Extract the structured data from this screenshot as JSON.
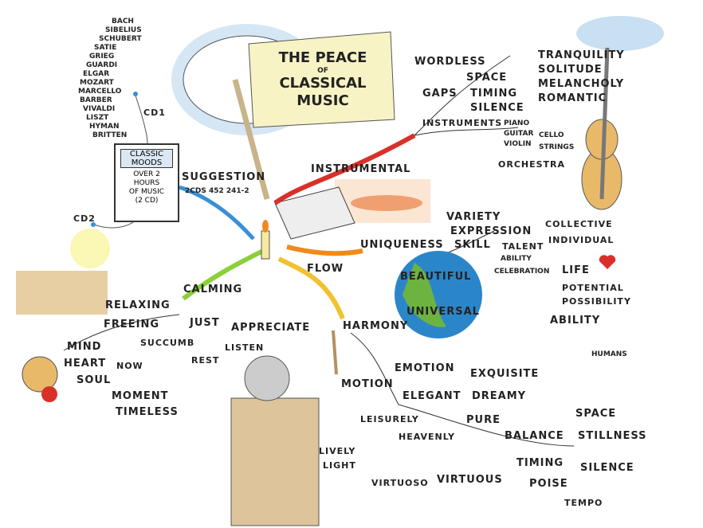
{
  "title": {
    "line1": "THE PEACE",
    "line2": "OF",
    "line3": "CLASSICAL",
    "line4": "MUSIC"
  },
  "center_box": {
    "label": "CLASSIC MOODS",
    "line1": "OVER 2",
    "line2": "HOURS",
    "line3": "OF MUSIC",
    "line4": "(2 CD)"
  },
  "cd1": {
    "label": "CD1",
    "composers": [
      "BACH",
      "SIBELIUS",
      "SCHUBERT",
      "SATIE",
      "GRIEG",
      "GUARDI",
      "ELGAR",
      "MOZART",
      "MARCELLO",
      "BARBER",
      "VIVALDI",
      "LISZT",
      "HYMAN",
      "BRITTEN"
    ]
  },
  "cd2": {
    "label": "CD2"
  },
  "suggestion": {
    "label": "SUGGESTION",
    "sub": "2CDS 452 241-2"
  },
  "instrumental": {
    "label": "INSTRUMENTAL",
    "wordless": "WORDLESS",
    "gaps": "GAPS",
    "space": "SPACE",
    "timing": "TIMING",
    "silence": "SILENCE",
    "tranquility": "TRANQUILITY",
    "solitude": "SOLITUDE",
    "melancholy": "MELANCHOLY",
    "romantic": "ROMANTIC",
    "instruments": "INSTRUMENTS",
    "piano": "PIANO",
    "guitar": "GUITAR",
    "violin": "VIOLIN",
    "cello": "CELLO",
    "strings": "STRINGS",
    "orchestra": "ORCHESTRA"
  },
  "uniqueness": {
    "label": "UNIQUENESS",
    "variety": "VARIETY",
    "expression": "EXPRESSION",
    "skill": "SKILL",
    "talent": "TALENT",
    "collective": "COLLECTIVE",
    "individual": "INDIVIDUAL",
    "ability": "ABILITY",
    "celebration": "CELEBRATION",
    "beautiful": "BEAUTIFUL",
    "universal": "UNIVERSAL",
    "life": "LIFE",
    "potential": "POTENTIAL",
    "possibility": "POSSIBILITY",
    "ability2": "ABILITY",
    "humans": "HUMANS"
  },
  "flow": {
    "label": "FLOW",
    "harmony": "HARMONY",
    "emotion": "EMOTION",
    "elegant": "ELEGANT",
    "exquisite": "EXQUISITE",
    "dreamy": "DREAMY",
    "pure": "PURE",
    "balance": "BALANCE",
    "space": "SPACE",
    "stillness": "STILLNESS",
    "silence": "SILENCE",
    "timing": "TIMING",
    "poise": "POISE",
    "tempo": "TEMPO",
    "motion": "MOTION",
    "lively": "LIVELY",
    "light": "LIGHT",
    "leisurely": "LEISURELY",
    "heavenly": "HEAVENLY",
    "virtuoso": "VIRTUOSO",
    "virtuous": "VIRTUOUS"
  },
  "calming": {
    "label": "CALMING",
    "relaxing": "RELAXING",
    "freeing": "FREEING",
    "mind": "MIND",
    "heart": "HEART",
    "soul": "SOUL",
    "now": "NOW",
    "succumb": "SUCCUMB",
    "moment": "MOMENT",
    "timeless": "TIMELESS",
    "just": "JUST",
    "appreciate": "APPRECIATE",
    "rest": "REST",
    "listen": "LISTEN"
  },
  "colors": {
    "instrumental": "#d9302a",
    "uniqueness": "#f08a1c",
    "flow": "#f2c12e",
    "calming": "#8ccf3a",
    "suggestion": "#3a8fd6",
    "cloud": "#d5e6f5",
    "scroll": "#f7f3c4",
    "violin": "#e9b96a",
    "earth_sea": "#2b86c9",
    "earth_land": "#6db33f"
  }
}
